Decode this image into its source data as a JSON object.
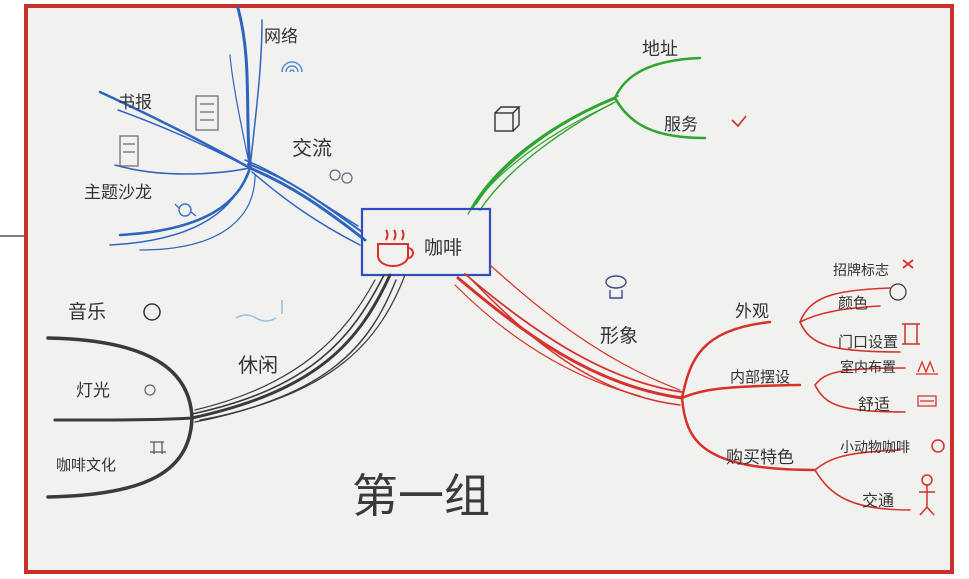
{
  "center": {
    "label": "咖啡",
    "icon": "coffee-cup-icon"
  },
  "footer": {
    "text": "第一组"
  },
  "colors": {
    "frame": "#c8312a",
    "paper": "#f1f1ef",
    "blue": "#2f63c0",
    "green": "#2fa52f",
    "red": "#d6312b",
    "black": "#3a3a3a"
  },
  "branches": [
    {
      "key": "jiaoliu",
      "label": "交流",
      "color": "blue",
      "children": [
        {
          "label": "网络",
          "icon": "wifi-icon"
        },
        {
          "label": "书报",
          "icon": "newspaper-icon"
        },
        {
          "label": "主题沙龙",
          "icon": "candy-icon"
        }
      ]
    },
    {
      "key": "location",
      "label": "",
      "color": "green",
      "icon": "cube-icon",
      "children": [
        {
          "label": "地址",
          "icon": ""
        },
        {
          "label": "服务",
          "icon": "check-icon"
        }
      ]
    },
    {
      "key": "xingxiang",
      "label": "形象",
      "color": "red",
      "icon": "logo-icon",
      "children": [
        {
          "label": "外观",
          "children": [
            {
              "label": "招牌标志",
              "icon": "bow-icon"
            },
            {
              "label": "颜色",
              "icon": "palette-icon"
            },
            {
              "label": "门口设置",
              "icon": "gate-icon"
            }
          ]
        },
        {
          "label": "内部摆设",
          "children": [
            {
              "label": "室内布置",
              "icon": "plant-icon"
            },
            {
              "label": "舒适",
              "icon": "sofa-icon"
            }
          ]
        },
        {
          "label": "购买特色",
          "children": [
            {
              "label": "小动物咖啡",
              "icon": "animal-icon"
            },
            {
              "label": "交通",
              "icon": "figure-icon"
            }
          ]
        }
      ]
    },
    {
      "key": "xiuxian",
      "label": "休闲",
      "color": "black",
      "icon": "wave-icon",
      "children": [
        {
          "label": "音乐",
          "icon": "note-icon"
        },
        {
          "label": "灯光",
          "icon": "bulb-icon"
        },
        {
          "label": "咖啡文化",
          "icon": "desk-icon"
        }
      ]
    }
  ]
}
